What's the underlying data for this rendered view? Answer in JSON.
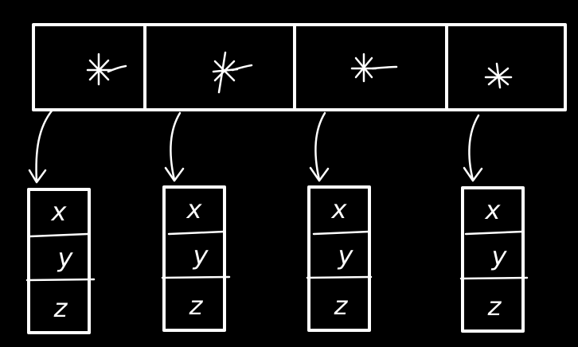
{
  "colors": {
    "background": "#000000",
    "stroke": "#ffffff"
  },
  "pointer_array": {
    "cells": [
      {
        "symbol": "*"
      },
      {
        "symbol": "*"
      },
      {
        "symbol": "*"
      },
      {
        "symbol": "*"
      }
    ]
  },
  "records": [
    {
      "fields": [
        "x",
        "y",
        "z"
      ]
    },
    {
      "fields": [
        "x",
        "y",
        "z"
      ]
    },
    {
      "fields": [
        "x",
        "y",
        "z"
      ]
    },
    {
      "fields": [
        "x",
        "y",
        "z"
      ]
    }
  ]
}
